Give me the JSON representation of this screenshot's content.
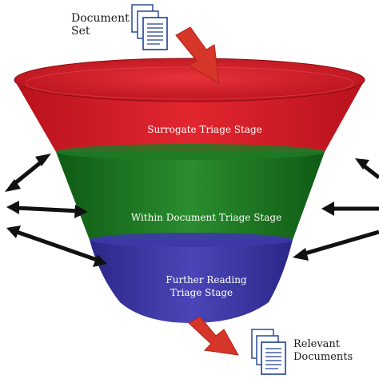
{
  "labels": {
    "input_documents": [
      "Document",
      "Set"
    ],
    "output_documents": [
      "Relevant",
      "Documents"
    ]
  },
  "stages": [
    {
      "lines": [
        "Surrogate Triage Stage"
      ],
      "color": "#d41f2b"
    },
    {
      "lines": [
        "Within Document Triage Stage"
      ],
      "color": "#1e7b22"
    },
    {
      "lines": [
        "Further Reading",
        "Triage Stage"
      ],
      "color": "#3f3aa8"
    }
  ],
  "colors": {
    "arrow_flow": "#d6352a",
    "arrow_side": "#111111",
    "document_page": "#1d3f8f"
  },
  "icons": {
    "input": "document-stack-icon",
    "output": "document-stack-icon",
    "flow": "red-arrow-icon",
    "side": "double-headed-arrow-icon"
  }
}
